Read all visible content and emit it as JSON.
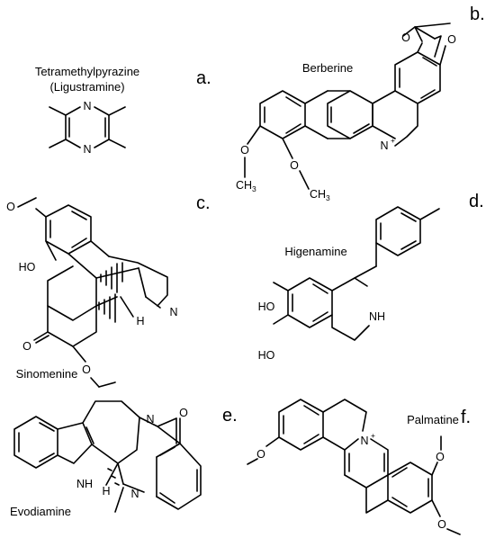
{
  "figure": {
    "panels": [
      {
        "letter": "a.",
        "name": "Tetramethylpyrazine",
        "alt_name": "(Ligustramine)"
      },
      {
        "letter": "b.",
        "name": "Berberine"
      },
      {
        "letter": "c.",
        "name": "Sinomenine"
      },
      {
        "letter": "d.",
        "name": "Higenamine"
      },
      {
        "letter": "e.",
        "name": "Evodiamine"
      },
      {
        "letter": "f.",
        "name": "Palmatine"
      }
    ]
  },
  "atoms": {
    "n": "N",
    "nplus": "N",
    "plus": "+",
    "o": "O",
    "ho": "HO",
    "nh": "NH",
    "h": "H",
    "ch": "CH",
    "three": "3"
  }
}
